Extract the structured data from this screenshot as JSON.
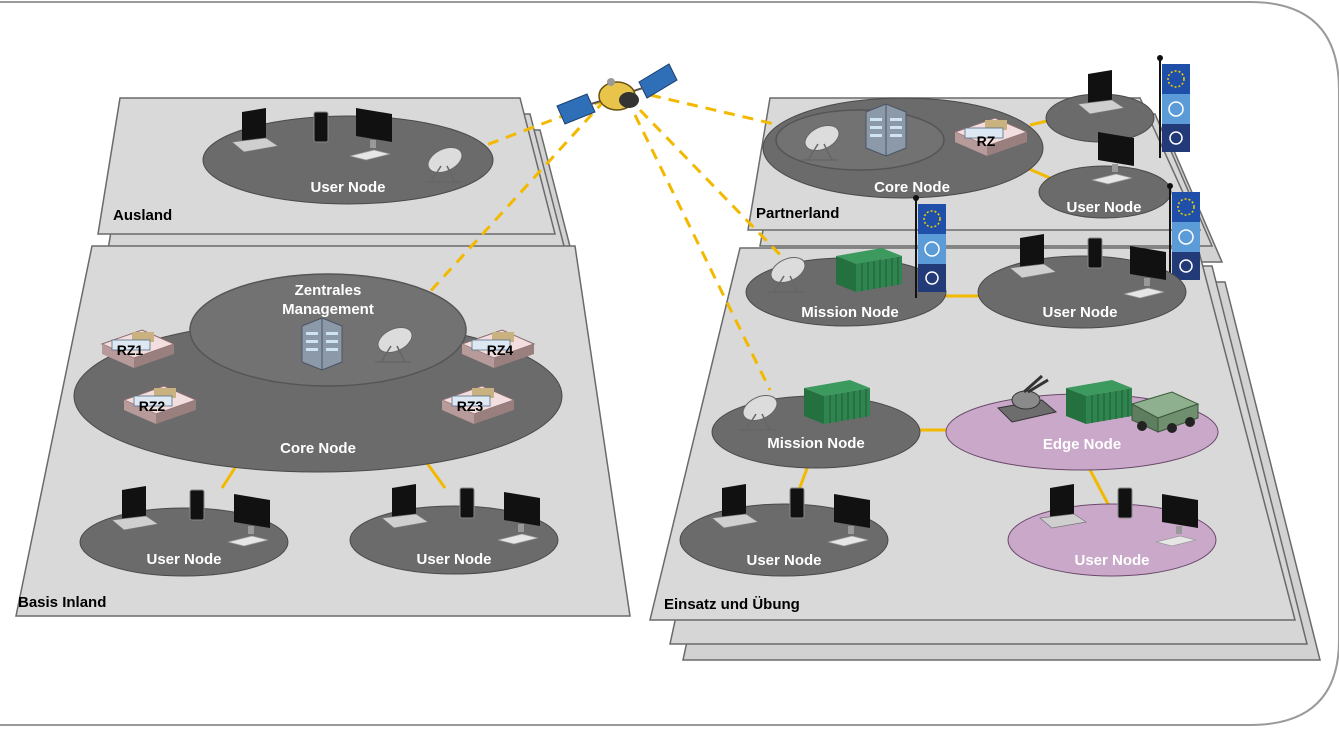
{
  "planes": {
    "ausland": "Ausland",
    "basis_inland": "Basis Inland",
    "partnerland": "Partnerland",
    "einsatz": "Einsatz und Übung"
  },
  "nodes": {
    "ausland_user": "User Node",
    "zentrales_management_line1": "Zentrales",
    "zentrales_management_line2": "Management",
    "basis_core": "Core Node",
    "basis_user_left": "User Node",
    "basis_user_right": "User Node",
    "partner_core": "Core Node",
    "partner_user": "User Node",
    "mission_upper": "Mission Node",
    "user_upper_right": "User Node",
    "mission_lower": "Mission Node",
    "edge": "Edge Node",
    "einsatz_user_left": "User Node",
    "einsatz_user_right": "User Node"
  },
  "rechenzentren": {
    "rz1": "RZ1",
    "rz2": "RZ2",
    "rz3": "RZ3",
    "rz4": "RZ4",
    "rz_partner": "RZ"
  },
  "colors": {
    "plane_fill": "#d9d9d9",
    "node_fill": "#6b6b6b",
    "edge_fill": "#c9a8c9",
    "link_solid": "#f2b900",
    "link_dashed": "#f2b900",
    "container_green": "#2f7d4a",
    "flag_blue": "#1f4fa8"
  },
  "icons": [
    "satellite-icon",
    "dish-antenna-icon",
    "laptop-icon",
    "phone-icon",
    "monitor-icon",
    "building-icon",
    "datacenter-icon",
    "container-icon",
    "tank-icon",
    "armored-vehicle-icon",
    "eu-flag-icon",
    "un-flag-icon",
    "nato-flag-icon"
  ]
}
